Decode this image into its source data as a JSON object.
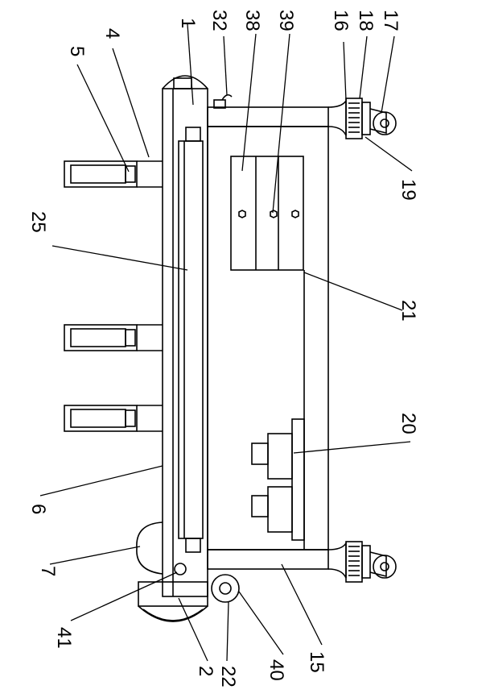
{
  "figure": {
    "labels": {
      "l1": "1",
      "l2": "2",
      "l4": "4",
      "l5": "5",
      "l6": "6",
      "l7": "7",
      "l15": "15",
      "l16": "16",
      "l17": "17",
      "l18": "18",
      "l19": "19",
      "l20": "20",
      "l21": "21",
      "l22": "22",
      "l25": "25",
      "l32": "32",
      "l38": "38",
      "l39": "39",
      "l40": "40",
      "l41": "41"
    }
  }
}
